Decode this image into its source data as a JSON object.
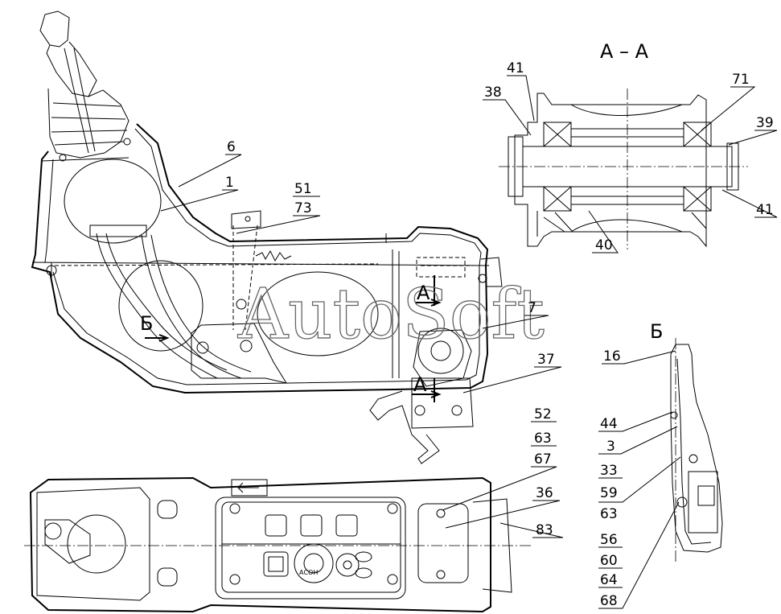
{
  "watermark": "AutoSoft",
  "sections": {
    "aa": "А – А",
    "b": "Б",
    "marker_a": "А",
    "marker_b": "Б"
  },
  "callouts": {
    "c6": "6",
    "c1": "1",
    "c51": "51",
    "c73": "73",
    "c7": "7",
    "c37": "37",
    "c41_top": "41",
    "c38": "38",
    "c71": "71",
    "c39": "39",
    "c41_bottom": "41",
    "c40": "40",
    "c16": "16",
    "c44": "44",
    "c3": "3",
    "c33": "33",
    "c59": "59",
    "c63_b": "63",
    "c56": "56",
    "c60": "60",
    "c64": "64",
    "c68": "68",
    "c52": "52",
    "c63": "63",
    "c67": "67",
    "c36": "36",
    "c83": "83"
  },
  "knob_text": "АСОН"
}
